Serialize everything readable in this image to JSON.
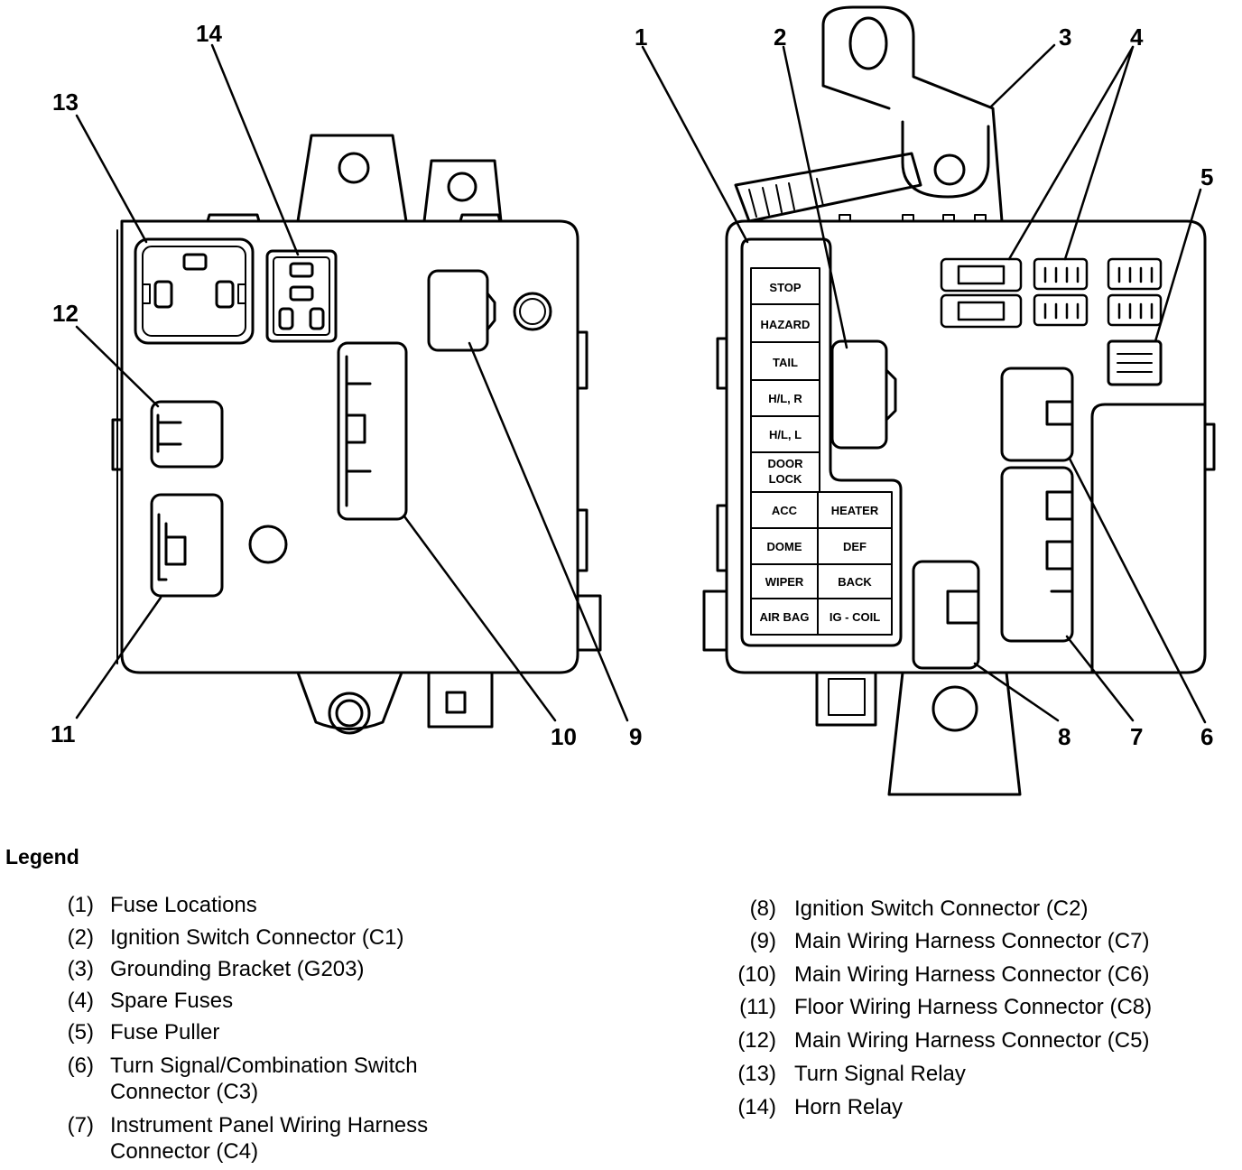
{
  "callouts": {
    "c1": "1",
    "c2": "2",
    "c3": "3",
    "c4": "4",
    "c5": "5",
    "c6": "6",
    "c7": "7",
    "c8": "8",
    "c9": "9",
    "c10": "10",
    "c11": "11",
    "c12": "12",
    "c13": "13",
    "c14": "14"
  },
  "fuses": {
    "stop": "STOP",
    "hazard": "HAZARD",
    "tail": "TAIL",
    "hl_r": "H/L, R",
    "hl_l": "H/L, L",
    "door1": "DOOR",
    "door2": "LOCK",
    "acc": "ACC",
    "heater": "HEATER",
    "dome": "DOME",
    "def": "DEF",
    "wiper": "WIPER",
    "back": "BACK",
    "airbag": "AIR BAG",
    "igcoil": "IG - COIL"
  },
  "legend": {
    "title": "Legend",
    "left": [
      {
        "num": "(1)",
        "text": "Fuse Locations"
      },
      {
        "num": "(2)",
        "text": "Ignition Switch Connector (C1)"
      },
      {
        "num": "(3)",
        "text": "Grounding Bracket (G203)"
      },
      {
        "num": "(4)",
        "text": "Spare Fuses"
      },
      {
        "num": "(5)",
        "text": "Fuse Puller"
      },
      {
        "num": "(6)",
        "text": "Turn Signal/Combination Switch Connector (C3)"
      },
      {
        "num": "(7)",
        "text": "Instrument Panel Wiring Harness Connector (C4)"
      }
    ],
    "right": [
      {
        "num": "(8)",
        "text": "Ignition Switch Connector (C2)"
      },
      {
        "num": "(9)",
        "text": "Main Wiring Harness Connector (C7)"
      },
      {
        "num": "(10)",
        "text": "Main Wiring Harness Connector (C6)"
      },
      {
        "num": "(11)",
        "text": "Floor Wiring Harness Connector (C8)"
      },
      {
        "num": "(12)",
        "text": "Main Wiring Harness Connector (C5)"
      },
      {
        "num": "(13)",
        "text": "Turn Signal Relay"
      },
      {
        "num": "(14)",
        "text": "Horn Relay"
      }
    ]
  }
}
